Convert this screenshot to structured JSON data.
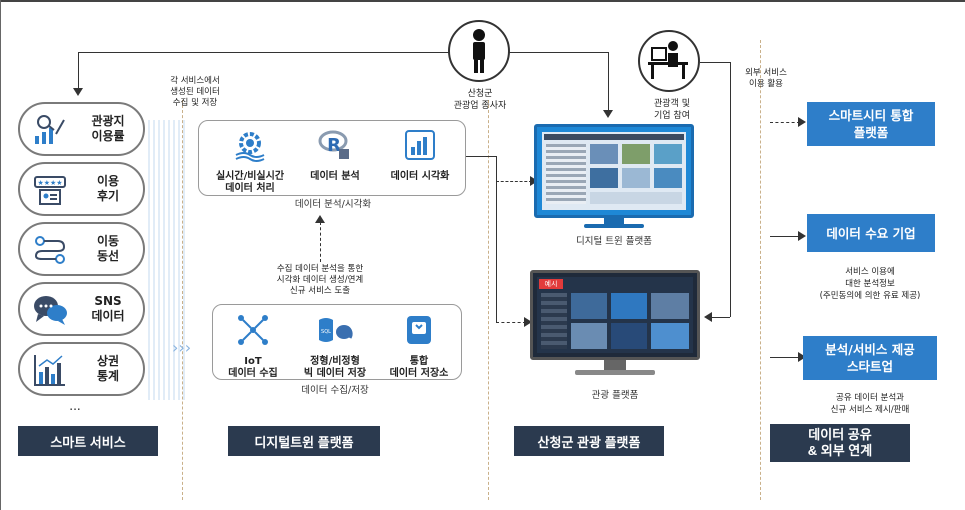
{
  "diagram": {
    "sections": {
      "smart_service": "스마트 서비스",
      "digital_twin": "디지털트윈 플랫폼",
      "tourism_platform": "산청군 관광 플랫폼",
      "data_share": "데이터 공유\n& 외부 연계"
    },
    "data_sources": [
      {
        "label": "관광지\n이용률",
        "icon": "chart-analytics-icon"
      },
      {
        "label": "이용\n후기",
        "icon": "review-icon"
      },
      {
        "label": "이동\n동선",
        "icon": "route-icon"
      },
      {
        "label": "SNS\n데이터",
        "icon": "chat-bubbles-icon"
      },
      {
        "label": "상권\n통계",
        "icon": "bar-chart-icon"
      }
    ],
    "more_marker": "...",
    "left_annotation": "각 서비스에서\n생성된 데이터\n수집 및 저장",
    "top_modules": [
      {
        "label": "실시간/비실시간\n데이터 처리",
        "icon": "realtime-processing-icon"
      },
      {
        "label": "데이터 분석",
        "icon": "r-analysis-icon"
      },
      {
        "label": "데이터 시각화",
        "icon": "visualization-icon"
      }
    ],
    "top_panel_caption": "데이터 분석/시각화",
    "middle_annotation": "수집 데이터 분석을 통한\n시각화 데이터 생성/연계\n신규 서비스 도출",
    "bottom_modules": [
      {
        "label": "IoT\n데이터 수집",
        "icon": "iot-icon"
      },
      {
        "label": "정형/비정형\n빅 데이터 저장",
        "icon": "sql-hadoop-icon"
      },
      {
        "label": "통합\n데이터 저장소",
        "icon": "storage-icon"
      }
    ],
    "bottom_panel_caption": "데이터 수집/저장",
    "person_label": "산청군\n관광업 종사자",
    "user_label": "관광객 및\n기업 참여",
    "right_annotation": "외부 서비스\n이용 활용",
    "monitor1_caption": "디지털 트윈 플랫폼",
    "monitor2_caption": "관광 플랫폼",
    "monitor2_tag": "예시",
    "outputs": [
      {
        "label": "스마트시티 통합\n플랫폼"
      },
      {
        "label": "데이터 수요 기업"
      },
      {
        "label": "분석/서비스 제공\n스타트업"
      }
    ],
    "output_notes": [
      "서비스 이용에\n대한 분석정보\n(주민동의에 의한 유료 제공)",
      "공유 데이터 분석과\n신규 서비스 제시/판매"
    ],
    "colors": {
      "accent_blue": "#2e7ec9",
      "dark_bar": "#2b3a4f",
      "screen_blue": "#1e88d6"
    }
  }
}
